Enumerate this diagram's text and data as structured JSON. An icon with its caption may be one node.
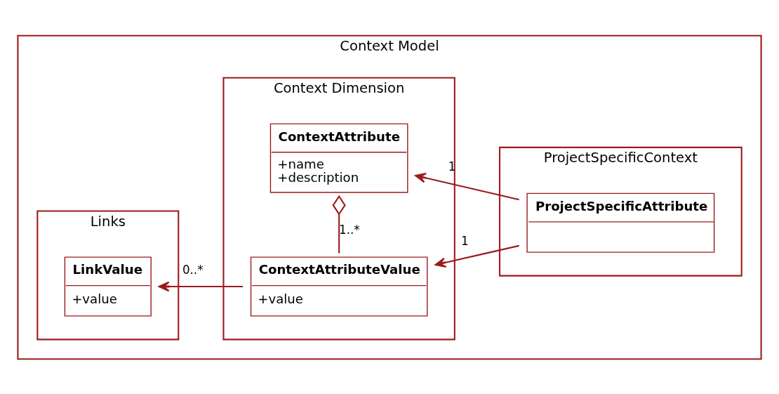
{
  "diagram": {
    "nodes": [
      {
        "text": [
          "Context Model"
        ]
      },
      {
        "text": [
          "Links"
        ],
        "in": 0
      },
      {
        "text": [
          "Context Dimension"
        ],
        "in": 0
      },
      {
        "text": [
          "ProjectSpecificContext"
        ],
        "in": 0
      },
      {
        "text": [
          "LinkValue",
          "+value"
        ],
        "in": 1
      },
      {
        "text": [
          "ContextAttribute",
          "+name",
          "+description"
        ],
        "in": 2
      },
      {
        "text": [
          "ContextAttributeValue",
          "+value"
        ],
        "in": 2
      },
      {
        "text": [
          "ProjectSpecificAttribute"
        ],
        "in": 3
      }
    ],
    "edges": [
      {
        "from": 7,
        "to": 5,
        "arrow": "to",
        "label": "1"
      },
      {
        "from": 6,
        "to": 5,
        "arrow": "other",
        "label": "1..*"
      },
      {
        "from": 7,
        "to": 6,
        "arrow": "to",
        "label": "1"
      },
      {
        "from": 6,
        "to": 4,
        "arrow": "to",
        "label": "0..*"
      }
    ]
  }
}
